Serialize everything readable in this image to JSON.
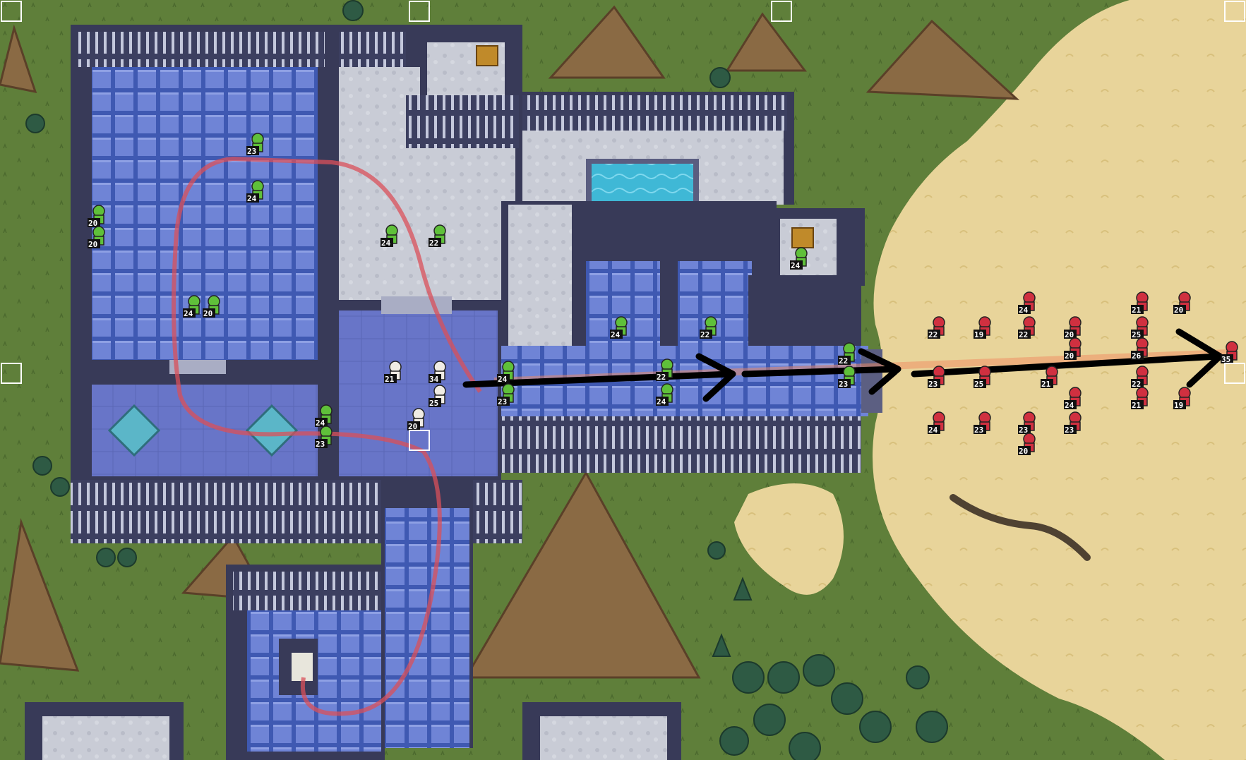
{
  "map": {
    "name": "",
    "palette": {
      "grass": "#5f7f3a",
      "grass_dark": "#4c6a2e",
      "sand": "#e8d49a",
      "sand_dark": "#d8c07c",
      "stone_wall": "#5c5f82",
      "stone_wall_dark": "#383a58",
      "tile_blue": "#3f59b2",
      "tile_blue_light": "#6f84d6",
      "floor_gray": "#c9ccd6",
      "water": "#3fb8d6",
      "mountain": "#8a6a44",
      "tree": "#2e5a44",
      "ally_unit": "#5fc03a",
      "enemy_unit": "#d03040",
      "route_red": "#d9505a",
      "route_orange": "#f08a60",
      "arrow_black": "#000000"
    },
    "allies": [
      {
        "level": "23"
      },
      {
        "level": "24"
      },
      {
        "level": "20"
      },
      {
        "level": "20"
      },
      {
        "level": "24"
      },
      {
        "level": "20"
      },
      {
        "level": "24"
      },
      {
        "level": "22"
      },
      {
        "level": "24"
      },
      {
        "level": "23"
      },
      {
        "level": "24"
      },
      {
        "level": "23"
      },
      {
        "level": "24"
      },
      {
        "level": "22"
      },
      {
        "level": "24"
      },
      {
        "level": "22"
      },
      {
        "level": "24"
      },
      {
        "level": "22"
      },
      {
        "level": "23"
      }
    ],
    "heroes": [
      {
        "level": "21"
      },
      {
        "level": "34"
      },
      {
        "level": "25"
      },
      {
        "level": "20"
      }
    ],
    "enemies": [
      {
        "level": "24"
      },
      {
        "level": "21"
      },
      {
        "level": "20"
      },
      {
        "level": "22"
      },
      {
        "level": "19"
      },
      {
        "level": "22"
      },
      {
        "level": "20"
      },
      {
        "level": "25"
      },
      {
        "level": "20"
      },
      {
        "level": "26"
      },
      {
        "level": "23"
      },
      {
        "level": "25"
      },
      {
        "level": "21"
      },
      {
        "level": "22"
      },
      {
        "level": "35"
      },
      {
        "level": "24"
      },
      {
        "level": "21"
      },
      {
        "level": "19"
      },
      {
        "level": "24"
      },
      {
        "level": "23"
      },
      {
        "level": "23"
      },
      {
        "level": "23"
      },
      {
        "level": "20"
      }
    ]
  }
}
